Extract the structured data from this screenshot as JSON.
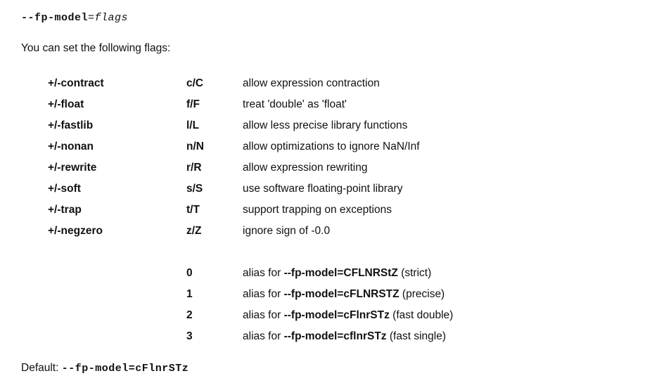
{
  "syntax": {
    "option": "--fp-model",
    "equals": "=",
    "argument": "flags"
  },
  "intro": "You can set the following flags:",
  "flags": [
    {
      "name": "+/-contract",
      "letters": "c/C",
      "description": "allow expression contraction"
    },
    {
      "name": "+/-float",
      "letters": "f/F",
      "description": "treat 'double' as 'float'"
    },
    {
      "name": "+/-fastlib",
      "letters": "l/L",
      "description": "allow less precise library functions"
    },
    {
      "name": "+/-nonan",
      "letters": "n/N",
      "description": "allow optimizations to ignore NaN/Inf"
    },
    {
      "name": "+/-rewrite",
      "letters": "r/R",
      "description": "allow expression rewriting"
    },
    {
      "name": "+/-soft",
      "letters": "s/S",
      "description": "use software floating-point library"
    },
    {
      "name": "+/-trap",
      "letters": "t/T",
      "description": "support trapping on exceptions"
    },
    {
      "name": "+/-negzero",
      "letters": "z/Z",
      "description": "ignore sign of -0.0"
    }
  ],
  "aliases": [
    {
      "value": "0",
      "prefix": "alias for ",
      "code": "--fp-model=CFLNRStZ",
      "suffix": " (strict)"
    },
    {
      "value": "1",
      "prefix": "alias for ",
      "code": "--fp-model=cFLNRSTZ",
      "suffix": " (precise)"
    },
    {
      "value": "2",
      "prefix": "alias for ",
      "code": "--fp-model=cFlnrSTz",
      "suffix": " (fast double)"
    },
    {
      "value": "3",
      "prefix": "alias for ",
      "code": "--fp-model=cflnrSTz",
      "suffix": " (fast single)"
    }
  ],
  "default": {
    "label": "Default: ",
    "value": "--fp-model=cFlnrSTz"
  },
  "colors": {
    "text": "#111111",
    "background": "#ffffff"
  }
}
